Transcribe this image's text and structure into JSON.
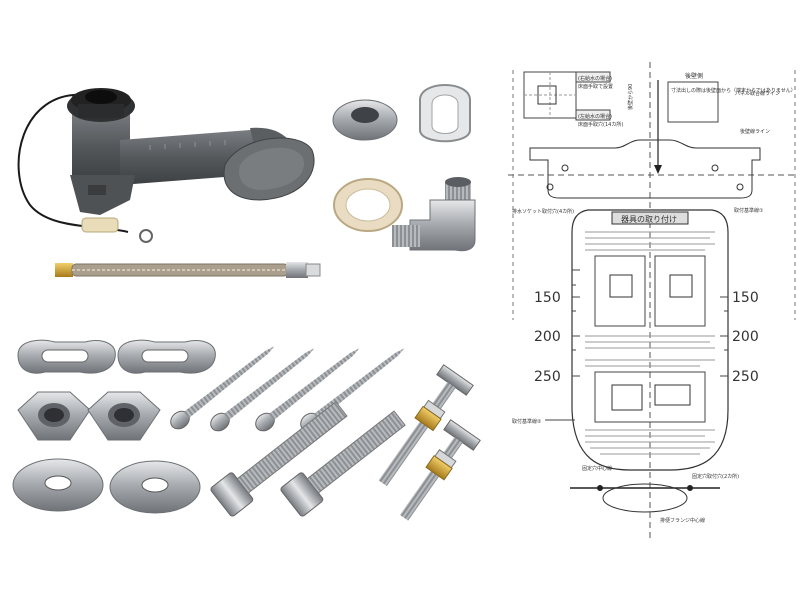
{
  "template": {
    "left_scale": [
      "150",
      "200",
      "250"
    ],
    "right_scale": [
      "150",
      "200",
      "250"
    ],
    "top_labels": {
      "left_box_title": "(右給水の場合)",
      "left_box_text": "床面手取で設置",
      "left_box2_title": "(左給水の場合)",
      "left_box2_text": "床面手取穴(14カ所)",
      "right_note": "寸法出しの際は後壁面から（端末からではありません）",
      "rear_wall": "後壁側",
      "panel_line": "パネル取合線ライン",
      "rear_wall_line": "後壁線ライン",
      "vertical_mark": "後壁から90"
    },
    "side_labels": {
      "socket": "排水ソケット取付穴(4カ所)",
      "fix1": "取付基準線①",
      "fix2": "取付基準線②"
    },
    "center_title": "器具の取り付け",
    "bottom_labels": {
      "fixing_center": "固定穴中心線",
      "fixing_holes": "固定穴取付穴(2カ所)",
      "flange_center": "排便フランジ中心線"
    }
  },
  "colors": {
    "gray_body": "#5f6366",
    "steel": "#b9bcbf",
    "steel_dark": "#7d8185",
    "brass": "#d8a93b"
  }
}
